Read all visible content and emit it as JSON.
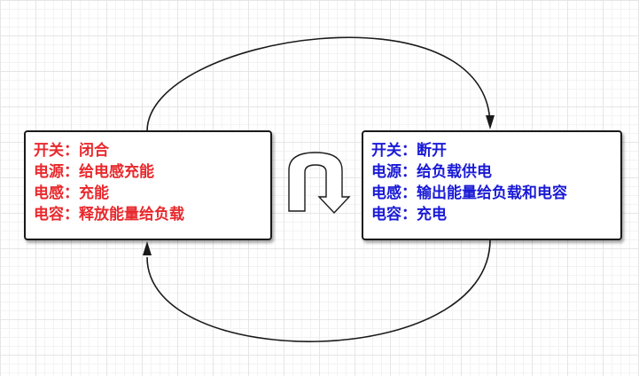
{
  "colors": {
    "left_text": "#e8292d",
    "right_text": "#1a1ad6",
    "stroke": "#1a1a1a"
  },
  "left_box": {
    "lines": [
      {
        "label": "开关",
        "value": "闭合"
      },
      {
        "label": "电源",
        "value": "给电感充能"
      },
      {
        "label": "电感",
        "value": "充能"
      },
      {
        "label": "电容",
        "value": "释放能量给负载"
      }
    ]
  },
  "right_box": {
    "lines": [
      {
        "label": "开关",
        "value": "断开"
      },
      {
        "label": "电源",
        "value": "给负载供电"
      },
      {
        "label": "电感",
        "value": "输出能量给负载和电容"
      },
      {
        "label": "电容",
        "value": "充电"
      }
    ]
  },
  "separator": "："
}
